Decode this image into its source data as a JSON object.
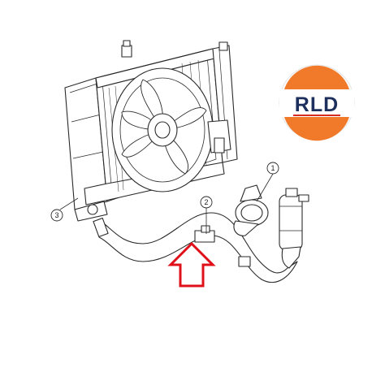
{
  "diagram": {
    "callouts": [
      {
        "id": "callout-1",
        "label": "1"
      },
      {
        "id": "callout-2",
        "label": "2"
      },
      {
        "id": "callout-3",
        "label": "3"
      }
    ],
    "indicator": {
      "icon": "up-arrow-icon",
      "color": "#e0101a"
    }
  },
  "logo": {
    "text": "RLD",
    "colors": {
      "orange": "#f07a2a",
      "navy": "#1d2f5c",
      "red": "#d62b1f"
    }
  },
  "colors": {
    "line": "#2a2a2a",
    "fill": "#ffffff"
  }
}
